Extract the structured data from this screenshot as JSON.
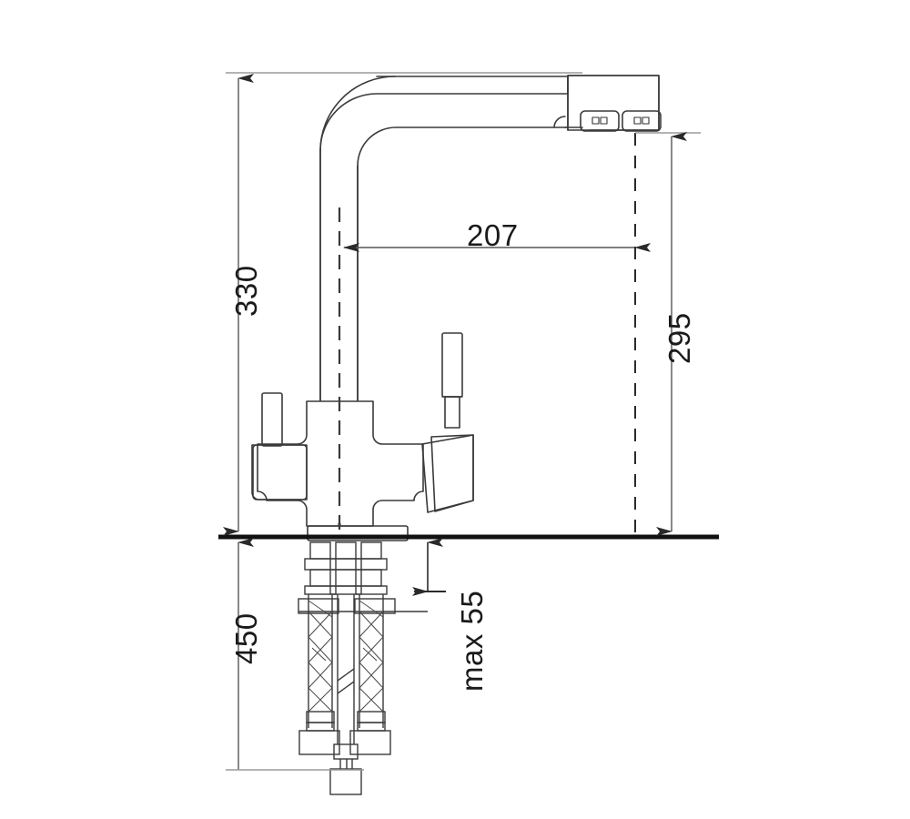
{
  "drawing": {
    "type": "technical-dimension-drawing",
    "subject": "kitchen mixer tap with L-shaped spout and two lever handles",
    "units": "mm",
    "line_color": "#3a3a3a",
    "dimension_color": "#404040",
    "text_color": "#1a1a1a",
    "counter_line_color": "#111111",
    "background": "#ffffff"
  },
  "dimensions": {
    "total_height": "330",
    "spout_reach": "207",
    "spout_height": "295",
    "hose_length": "450",
    "max_counter_thickness": "max 55"
  },
  "labels": {
    "height_330": "330",
    "reach_207": "207",
    "spout_295": "295",
    "hose_450": "450",
    "max_55": "max 55"
  },
  "parts": {
    "spout": "l-shaped-spout",
    "spout_outlets": 2,
    "body": "cross-shaped-valve-body",
    "handles": [
      "left-lever-handle",
      "right-lever-handle"
    ],
    "base_plate": "mounting-base-plate",
    "shanks": 3,
    "hoses": [
      "braided-flexible-hose-left",
      "center-pull-tube",
      "braided-flexible-hose-right"
    ]
  }
}
